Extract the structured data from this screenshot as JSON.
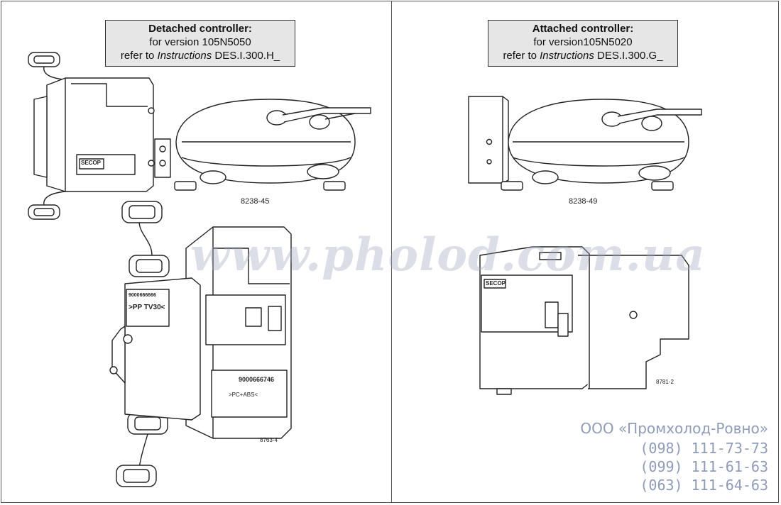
{
  "left_panel": {
    "title": "Detached controller:",
    "line1": "for version 105N5050",
    "line2_prefix": "refer to ",
    "line2_italic": "Instructions",
    "line2_suffix": " DES.I.300.H_",
    "figure_top_code": "8238-45",
    "figure_bottom_code": "8763-4",
    "small_box_brand": "SECOP",
    "label_part_no": "9000666666",
    "label_material": ">PP TV30<",
    "label_code2": "9000666746",
    "label_material2": ">PC+ABS<"
  },
  "right_panel": {
    "title": "Attached controller:",
    "line1": "for version105N5020",
    "line2_prefix": "refer to ",
    "line2_italic": "Instructions",
    "line2_suffix": " DES.I.300.G_",
    "figure_top_code": "8238-49",
    "figure_bottom_code": "8781-2",
    "box_brand": "SECOP"
  },
  "watermark": "www.pholod.com.ua",
  "contact": {
    "company": "ООО «Промхолод-Ровно»",
    "phones": [
      "(098) 111-73-73",
      "(099) 111-61-63",
      "(063) 111-64-63"
    ],
    "color": "#8f9bb8"
  }
}
